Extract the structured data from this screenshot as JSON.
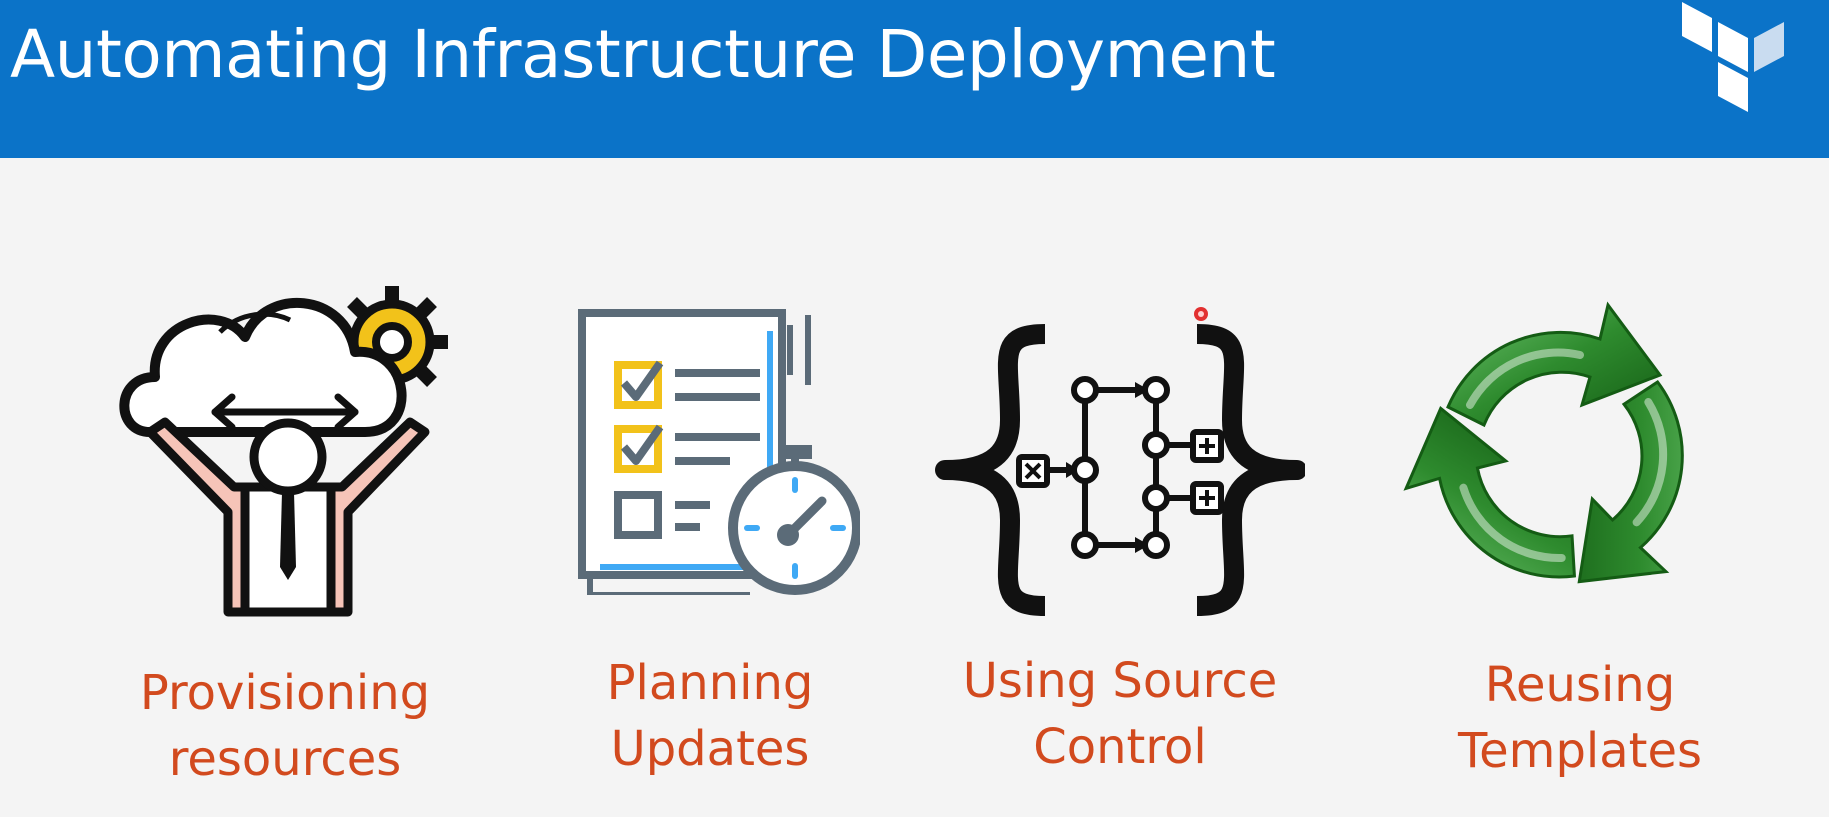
{
  "slide": {
    "title": "Automating Infrastructure Deployment",
    "logo": "terraform-logo",
    "colors": {
      "header": "#0b73c8",
      "background": "#f4f4f4",
      "caption": "#d24a1e",
      "accent_yellow": "#f2c21a",
      "accent_blue": "#3fa9f5",
      "recycle_green": "#2e8b2e"
    }
  },
  "features": [
    {
      "icon": "cloud-provisioning-icon",
      "lines": [
        "Provisioning",
        "resources"
      ]
    },
    {
      "icon": "checklist-stopwatch-icon",
      "lines": [
        "Planning",
        "Updates"
      ]
    },
    {
      "icon": "source-control-braces-icon",
      "lines": [
        "Using Source",
        "Control"
      ]
    },
    {
      "icon": "recycle-arrows-icon",
      "lines": [
        "Reusing",
        "Templates"
      ]
    }
  ]
}
